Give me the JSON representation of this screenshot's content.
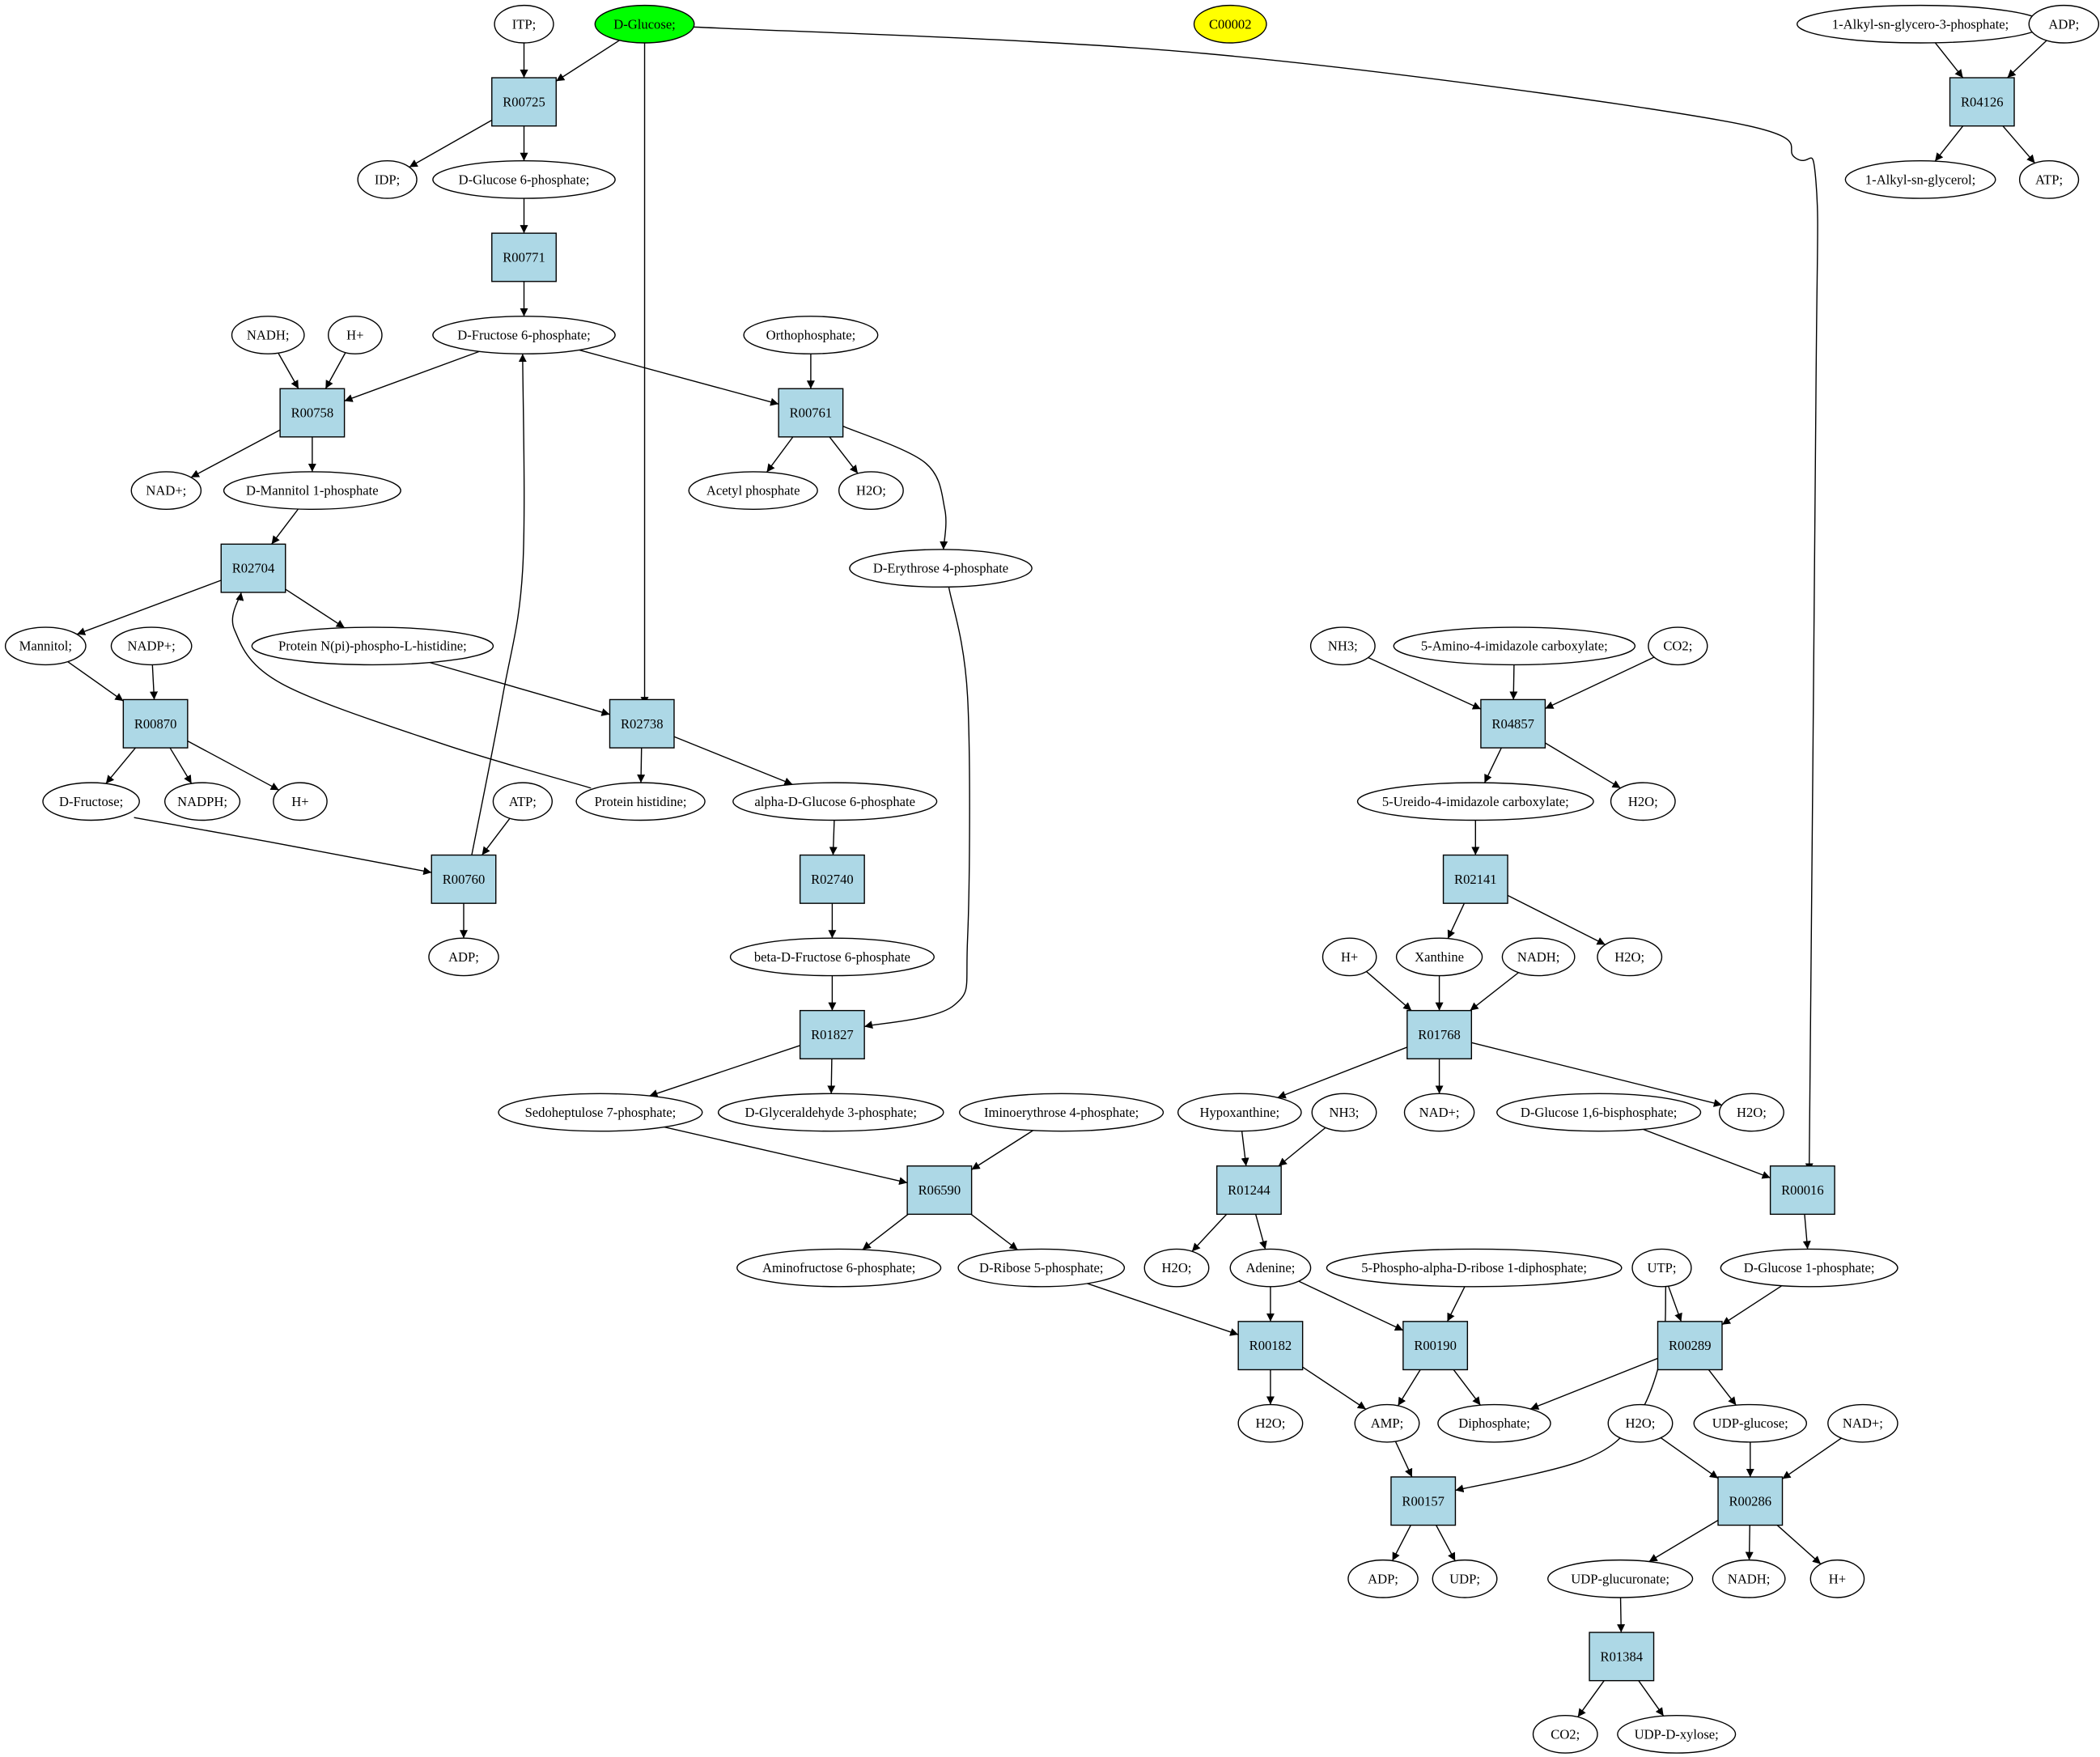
{
  "colors": {
    "reaction_fill": "#add8e6",
    "compound_fill": "#ffffff",
    "highlight_source": "#00ff00",
    "highlight_target": "#ffff00",
    "stroke": "#000000"
  },
  "diagram": {
    "nodes": [
      {
        "id": "itp",
        "type": "compound",
        "label": "ITP;"
      },
      {
        "id": "dglc",
        "type": "compound",
        "label": "D-Glucose;",
        "highlight": "source"
      },
      {
        "id": "c00002",
        "type": "compound",
        "label": "C00002",
        "highlight": "target"
      },
      {
        "id": "alkylg3p",
        "type": "compound",
        "label": "1-Alkyl-sn-glycero-3-phosphate;"
      },
      {
        "id": "adp_r04126",
        "type": "compound",
        "label": "ADP;"
      },
      {
        "id": "R00725",
        "type": "reaction",
        "label": "R00725"
      },
      {
        "id": "R04126",
        "type": "reaction",
        "label": "R04126"
      },
      {
        "id": "idp",
        "type": "compound",
        "label": "IDP;"
      },
      {
        "id": "g6p",
        "type": "compound",
        "label": "D-Glucose 6-phosphate;"
      },
      {
        "id": "alkylg",
        "type": "compound",
        "label": "1-Alkyl-sn-glycerol;"
      },
      {
        "id": "atp_r04126",
        "type": "compound",
        "label": "ATP;"
      },
      {
        "id": "R00771",
        "type": "reaction",
        "label": "R00771"
      },
      {
        "id": "nadh_r00758",
        "type": "compound",
        "label": "NADH;"
      },
      {
        "id": "h_r00758",
        "type": "compound",
        "label": "H+"
      },
      {
        "id": "f6p",
        "type": "compound",
        "label": "D-Fructose 6-phosphate;"
      },
      {
        "id": "orthop",
        "type": "compound",
        "label": "Orthophosphate;"
      },
      {
        "id": "R00758",
        "type": "reaction",
        "label": "R00758"
      },
      {
        "id": "R00761",
        "type": "reaction",
        "label": "R00761"
      },
      {
        "id": "nad_r00758",
        "type": "compound",
        "label": "NAD+;"
      },
      {
        "id": "m1p",
        "type": "compound",
        "label": "D-Mannitol 1-phosphate"
      },
      {
        "id": "acetylp",
        "type": "compound",
        "label": "Acetyl phosphate"
      },
      {
        "id": "h2o_r00761",
        "type": "compound",
        "label": "H2O;"
      },
      {
        "id": "R02704",
        "type": "reaction",
        "label": "R02704"
      },
      {
        "id": "e4p",
        "type": "compound",
        "label": "D-Erythrose 4-phosphate"
      },
      {
        "id": "mannitol",
        "type": "compound",
        "label": "Mannitol;"
      },
      {
        "id": "nadp",
        "type": "compound",
        "label": "NADP+;"
      },
      {
        "id": "protnp",
        "type": "compound",
        "label": "Protein N(pi)-phospho-L-histidine;"
      },
      {
        "id": "nh3_r04857",
        "type": "compound",
        "label": "NH3;"
      },
      {
        "id": "aic",
        "type": "compound",
        "label": "5-Amino-4-imidazole carboxylate;"
      },
      {
        "id": "co2_r04857",
        "type": "compound",
        "label": "CO2;"
      },
      {
        "id": "R00870",
        "type": "reaction",
        "label": "R00870"
      },
      {
        "id": "R02738",
        "type": "reaction",
        "label": "R02738"
      },
      {
        "id": "R04857",
        "type": "reaction",
        "label": "R04857"
      },
      {
        "id": "dfru",
        "type": "compound",
        "label": "D-Fructose;"
      },
      {
        "id": "nadph",
        "type": "compound",
        "label": "NADPH;"
      },
      {
        "id": "h_r00870",
        "type": "compound",
        "label": "H+"
      },
      {
        "id": "atp_r00760",
        "type": "compound",
        "label": "ATP;"
      },
      {
        "id": "prothis",
        "type": "compound",
        "label": "Protein histidine;"
      },
      {
        "id": "ag6p",
        "type": "compound",
        "label": "alpha-D-Glucose 6-phosphate"
      },
      {
        "id": "uic",
        "type": "compound",
        "label": "5-Ureido-4-imidazole carboxylate;"
      },
      {
        "id": "h2o_r04857",
        "type": "compound",
        "label": "H2O;"
      },
      {
        "id": "R00760",
        "type": "reaction",
        "label": "R00760"
      },
      {
        "id": "R02740",
        "type": "reaction",
        "label": "R02740"
      },
      {
        "id": "R02141",
        "type": "reaction",
        "label": "R02141"
      },
      {
        "id": "adp_r00760",
        "type": "compound",
        "label": "ADP;"
      },
      {
        "id": "bf6p",
        "type": "compound",
        "label": "beta-D-Fructose 6-phosphate"
      },
      {
        "id": "h_r01768",
        "type": "compound",
        "label": "H+"
      },
      {
        "id": "xanthine",
        "type": "compound",
        "label": "Xanthine"
      },
      {
        "id": "nadh_r01768",
        "type": "compound",
        "label": "NADH;"
      },
      {
        "id": "h2o_r02141",
        "type": "compound",
        "label": "H2O;"
      },
      {
        "id": "R01827",
        "type": "reaction",
        "label": "R01827"
      },
      {
        "id": "R01768",
        "type": "reaction",
        "label": "R01768"
      },
      {
        "id": "s7p",
        "type": "compound",
        "label": "Sedoheptulose 7-phosphate;"
      },
      {
        "id": "gap",
        "type": "compound",
        "label": "D-Glyceraldehyde 3-phosphate;"
      },
      {
        "id": "ie4p",
        "type": "compound",
        "label": "Iminoerythrose 4-phosphate;"
      },
      {
        "id": "hypox",
        "type": "compound",
        "label": "Hypoxanthine;"
      },
      {
        "id": "nh3_r01244",
        "type": "compound",
        "label": "NH3;"
      },
      {
        "id": "nad_r01768",
        "type": "compound",
        "label": "NAD+;"
      },
      {
        "id": "g16bp",
        "type": "compound",
        "label": "D-Glucose 1,6-bisphosphate;"
      },
      {
        "id": "h2o_r01768",
        "type": "compound",
        "label": "H2O;"
      },
      {
        "id": "R06590",
        "type": "reaction",
        "label": "R06590"
      },
      {
        "id": "R01244",
        "type": "reaction",
        "label": "R01244"
      },
      {
        "id": "R00016",
        "type": "reaction",
        "label": "R00016"
      },
      {
        "id": "af6p",
        "type": "compound",
        "label": "Aminofructose 6-phosphate;"
      },
      {
        "id": "r5p",
        "type": "compound",
        "label": "D-Ribose 5-phosphate;"
      },
      {
        "id": "h2o_r01244",
        "type": "compound",
        "label": "H2O;"
      },
      {
        "id": "adenine",
        "type": "compound",
        "label": "Adenine;"
      },
      {
        "id": "prpp",
        "type": "compound",
        "label": "5-Phospho-alpha-D-ribose 1-diphosphate;"
      },
      {
        "id": "utp",
        "type": "compound",
        "label": "UTP;"
      },
      {
        "id": "g1p",
        "type": "compound",
        "label": "D-Glucose 1-phosphate;"
      },
      {
        "id": "R00182",
        "type": "reaction",
        "label": "R00182"
      },
      {
        "id": "R00190",
        "type": "reaction",
        "label": "R00190"
      },
      {
        "id": "R00289",
        "type": "reaction",
        "label": "R00289"
      },
      {
        "id": "h2o_r00182",
        "type": "compound",
        "label": "H2O;"
      },
      {
        "id": "amp",
        "type": "compound",
        "label": "AMP;"
      },
      {
        "id": "diphos",
        "type": "compound",
        "label": "Diphosphate;"
      },
      {
        "id": "h2o_r00286",
        "type": "compound",
        "label": "H2O;"
      },
      {
        "id": "udpglc",
        "type": "compound",
        "label": "UDP-glucose;"
      },
      {
        "id": "nad_r00286",
        "type": "compound",
        "label": "NAD+;"
      },
      {
        "id": "R00157",
        "type": "reaction",
        "label": "R00157"
      },
      {
        "id": "R00286",
        "type": "reaction",
        "label": "R00286"
      },
      {
        "id": "adp_r00157",
        "type": "compound",
        "label": "ADP;"
      },
      {
        "id": "udp",
        "type": "compound",
        "label": "UDP;"
      },
      {
        "id": "udpglcA",
        "type": "compound",
        "label": "UDP-glucuronate;"
      },
      {
        "id": "nadh_r00286",
        "type": "compound",
        "label": "NADH;"
      },
      {
        "id": "h_r00286",
        "type": "compound",
        "label": "H+"
      },
      {
        "id": "R01384",
        "type": "reaction",
        "label": "R01384"
      },
      {
        "id": "co2_r01384",
        "type": "compound",
        "label": "CO2;"
      },
      {
        "id": "udpxyl",
        "type": "compound",
        "label": "UDP-D-xylose;"
      }
    ],
    "edges": [
      {
        "from": "itp",
        "to": "R00725"
      },
      {
        "from": "dglc",
        "to": "R00725"
      },
      {
        "from": "R00725",
        "to": "idp"
      },
      {
        "from": "R00725",
        "to": "g6p"
      },
      {
        "from": "dglc",
        "to": "R02738"
      },
      {
        "from": "dglc",
        "to": "R00016"
      },
      {
        "from": "alkylg3p",
        "to": "R04126"
      },
      {
        "from": "adp_r04126",
        "to": "R04126"
      },
      {
        "from": "R04126",
        "to": "alkylg"
      },
      {
        "from": "R04126",
        "to": "atp_r04126"
      },
      {
        "from": "g6p",
        "to": "R00771"
      },
      {
        "from": "R00771",
        "to": "f6p"
      },
      {
        "from": "nadh_r00758",
        "to": "R00758"
      },
      {
        "from": "h_r00758",
        "to": "R00758"
      },
      {
        "from": "f6p",
        "to": "R00758"
      },
      {
        "from": "R00758",
        "to": "nad_r00758"
      },
      {
        "from": "R00758",
        "to": "m1p"
      },
      {
        "from": "orthop",
        "to": "R00761"
      },
      {
        "from": "f6p",
        "to": "R00761"
      },
      {
        "from": "R00761",
        "to": "acetylp"
      },
      {
        "from": "R00761",
        "to": "h2o_r00761"
      },
      {
        "from": "R00761",
        "to": "e4p"
      },
      {
        "from": "m1p",
        "to": "R02704"
      },
      {
        "from": "prothis",
        "to": "R02704"
      },
      {
        "from": "R02704",
        "to": "mannitol"
      },
      {
        "from": "R02704",
        "to": "protnp"
      },
      {
        "from": "mannitol",
        "to": "R00870"
      },
      {
        "from": "nadp",
        "to": "R00870"
      },
      {
        "from": "R00870",
        "to": "dfru"
      },
      {
        "from": "R00870",
        "to": "nadph"
      },
      {
        "from": "R00870",
        "to": "h_r00870"
      },
      {
        "from": "protnp",
        "to": "R02738"
      },
      {
        "from": "R02738",
        "to": "prothis"
      },
      {
        "from": "R02738",
        "to": "ag6p"
      },
      {
        "from": "dfru",
        "to": "R00760"
      },
      {
        "from": "atp_r00760",
        "to": "R00760"
      },
      {
        "from": "R00760",
        "to": "adp_r00760"
      },
      {
        "from": "R00760",
        "to": "f6p"
      },
      {
        "from": "ag6p",
        "to": "R02740"
      },
      {
        "from": "R02740",
        "to": "bf6p"
      },
      {
        "from": "bf6p",
        "to": "R01827"
      },
      {
        "from": "e4p",
        "to": "R01827"
      },
      {
        "from": "R01827",
        "to": "s7p"
      },
      {
        "from": "R01827",
        "to": "gap"
      },
      {
        "from": "s7p",
        "to": "R06590"
      },
      {
        "from": "ie4p",
        "to": "R06590"
      },
      {
        "from": "R06590",
        "to": "af6p"
      },
      {
        "from": "R06590",
        "to": "r5p"
      },
      {
        "from": "nh3_r04857",
        "to": "R04857"
      },
      {
        "from": "aic",
        "to": "R04857"
      },
      {
        "from": "co2_r04857",
        "to": "R04857"
      },
      {
        "from": "R04857",
        "to": "uic"
      },
      {
        "from": "R04857",
        "to": "h2o_r04857"
      },
      {
        "from": "uic",
        "to": "R02141"
      },
      {
        "from": "R02141",
        "to": "xanthine"
      },
      {
        "from": "R02141",
        "to": "h2o_r02141"
      },
      {
        "from": "h_r01768",
        "to": "R01768"
      },
      {
        "from": "xanthine",
        "to": "R01768"
      },
      {
        "from": "nadh_r01768",
        "to": "R01768"
      },
      {
        "from": "R01768",
        "to": "hypox"
      },
      {
        "from": "R01768",
        "to": "nad_r01768"
      },
      {
        "from": "R01768",
        "to": "h2o_r01768"
      },
      {
        "from": "hypox",
        "to": "R01244"
      },
      {
        "from": "nh3_r01244",
        "to": "R01244"
      },
      {
        "from": "R01244",
        "to": "h2o_r01244"
      },
      {
        "from": "R01244",
        "to": "adenine"
      },
      {
        "from": "g16bp",
        "to": "R00016"
      },
      {
        "from": "R00016",
        "to": "g1p"
      },
      {
        "from": "r5p",
        "to": "R00182"
      },
      {
        "from": "adenine",
        "to": "R00182"
      },
      {
        "from": "R00182",
        "to": "h2o_r00182"
      },
      {
        "from": "R00182",
        "to": "amp"
      },
      {
        "from": "adenine",
        "to": "R00190"
      },
      {
        "from": "prpp",
        "to": "R00190"
      },
      {
        "from": "R00190",
        "to": "amp"
      },
      {
        "from": "R00190",
        "to": "diphos"
      },
      {
        "from": "utp",
        "to": "R00289"
      },
      {
        "from": "g1p",
        "to": "R00289"
      },
      {
        "from": "R00289",
        "to": "diphos"
      },
      {
        "from": "R00289",
        "to": "udpglc"
      },
      {
        "from": "amp",
        "to": "R00157"
      },
      {
        "from": "utp",
        "to": "R00157"
      },
      {
        "from": "R00157",
        "to": "adp_r00157"
      },
      {
        "from": "R00157",
        "to": "udp"
      },
      {
        "from": "h2o_r00286",
        "to": "R00286"
      },
      {
        "from": "udpglc",
        "to": "R00286"
      },
      {
        "from": "nad_r00286",
        "to": "R00286"
      },
      {
        "from": "R00286",
        "to": "udpglcA"
      },
      {
        "from": "R00286",
        "to": "nadh_r00286"
      },
      {
        "from": "R00286",
        "to": "h_r00286"
      },
      {
        "from": "udpglcA",
        "to": "R01384"
      },
      {
        "from": "R01384",
        "to": "co2_r01384"
      },
      {
        "from": "R01384",
        "to": "udpxyl"
      }
    ]
  }
}
